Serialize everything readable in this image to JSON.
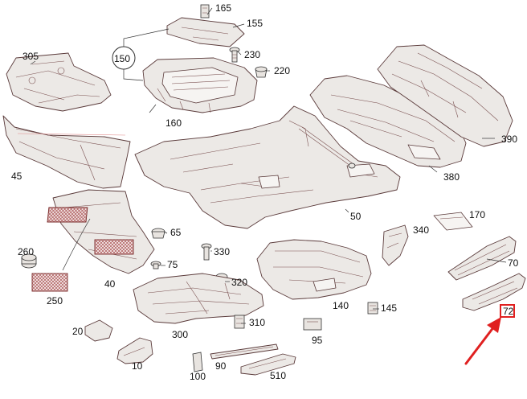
{
  "labels": {
    "p165": "165",
    "p155": "155",
    "p150": "150",
    "p230": "230",
    "p220": "220",
    "p305": "305",
    "p160": "160",
    "p390": "390",
    "p45": "45",
    "p380": "380",
    "p50": "50",
    "p170": "170",
    "p65": "65",
    "p340": "340",
    "p260": "260",
    "p75": "75",
    "p330": "330",
    "p70": "70",
    "p40": "40",
    "p320": "320",
    "p250": "250",
    "p140": "140",
    "p145": "145",
    "p20": "20",
    "p300": "300",
    "p310": "310",
    "p95": "95",
    "p10": "10",
    "p90": "90",
    "p100": "100",
    "p510": "510",
    "p72": "72"
  },
  "colors": {
    "line": "#5a3a3a",
    "highlight": "#e02020"
  }
}
